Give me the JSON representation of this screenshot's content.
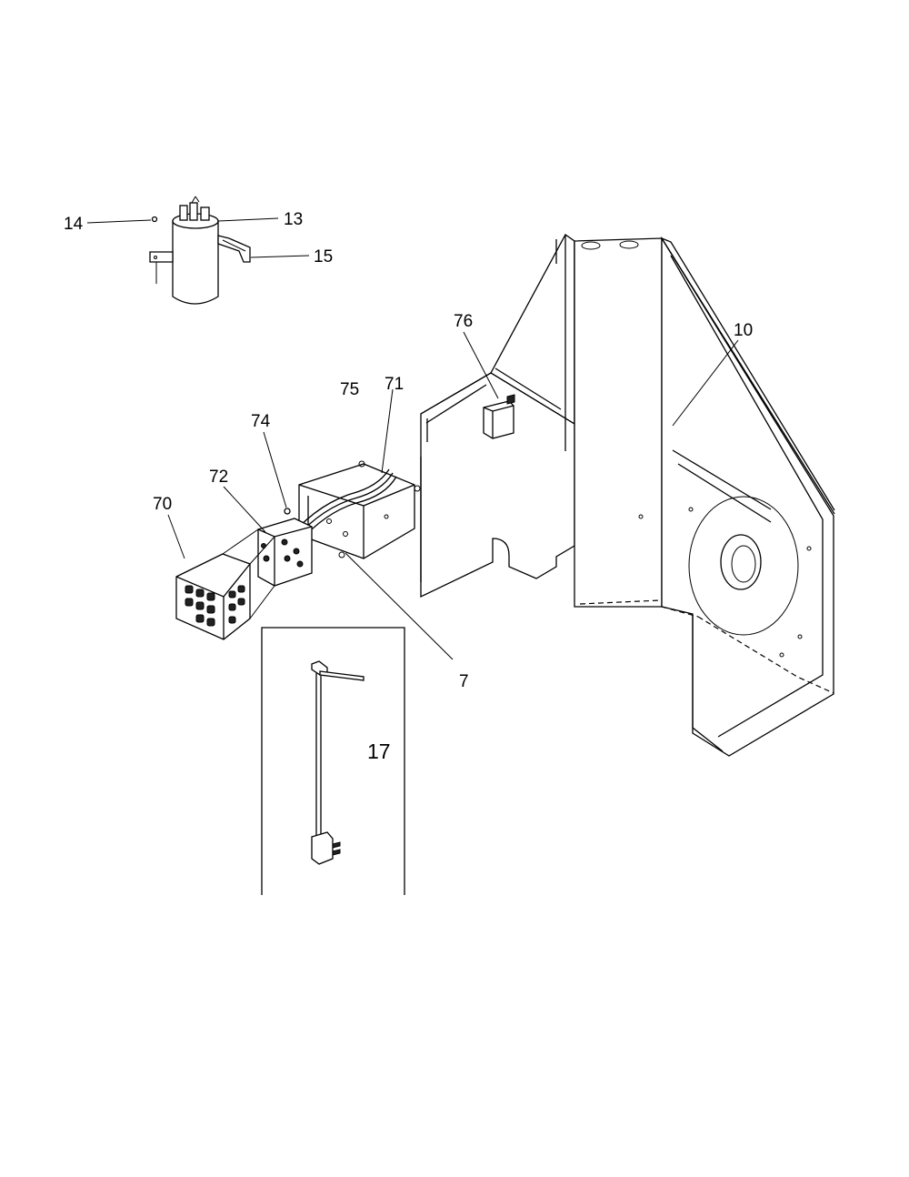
{
  "callouts": {
    "c14": "14",
    "c13": "13",
    "c15": "15",
    "c76": "76",
    "c10": "10",
    "c75": "75",
    "c71": "71",
    "c74": "74",
    "c72": "72",
    "c70": "70",
    "c7": "7",
    "c17": "17"
  }
}
